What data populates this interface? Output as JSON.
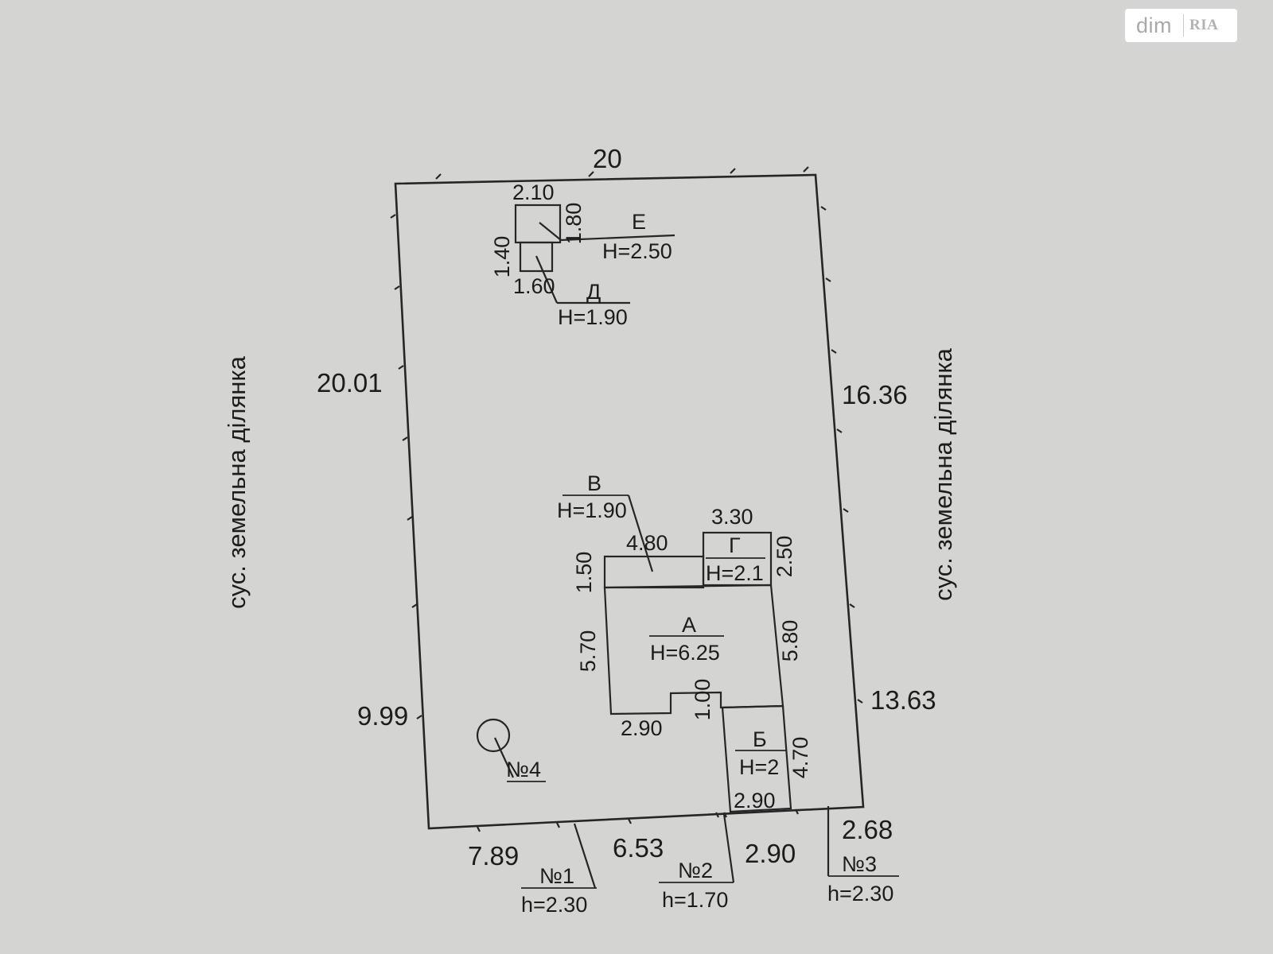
{
  "watermark": {
    "brand": "dim",
    "sub": "RIA"
  },
  "labels": {
    "top_width": "20",
    "left_upper": "20.01",
    "left_lower": "9.99",
    "right_upper": "16.36",
    "right_lower": "13.63",
    "bottom_1": "7.89",
    "bottom_2": "6.53",
    "bottom_3": "2.90",
    "bottom_4": "2.68",
    "neighbor_left": "сус. земельна ділянка",
    "neighbor_right": "сус. земельна ділянка"
  },
  "buildings": {
    "E": {
      "letter": "Е",
      "height": "Н=2.50",
      "dim_width": "2.10",
      "dim_depth": "1.80"
    },
    "D": {
      "letter": "Д",
      "height": "Н=1.90",
      "dim_width": "1.60",
      "dim_depth": "1.40"
    },
    "V": {
      "letter": "В",
      "height": "Н=1.90",
      "dim_width": "4.80",
      "dim_depth": "1.50"
    },
    "G": {
      "letter": "Г",
      "height": "Н=2.1",
      "dim_width": "3.30",
      "dim_depth": "2.50"
    },
    "A": {
      "letter": "А",
      "height": "Н=6.25",
      "dim_left": "5.70",
      "dim_right": "5.80",
      "dim_bottom": "2.90",
      "dim_notch": "1.00"
    },
    "B": {
      "letter": "Б",
      "height": "Н=2",
      "dim_width": "2.90",
      "dim_depth": "4.70"
    }
  },
  "fences": {
    "n1": {
      "label": "№1",
      "height": "h=2.30"
    },
    "n2": {
      "label": "№2",
      "height": "h=1.70"
    },
    "n3": {
      "label": "№3",
      "height": "h=2.30"
    },
    "n4": {
      "label": "№4"
    }
  }
}
